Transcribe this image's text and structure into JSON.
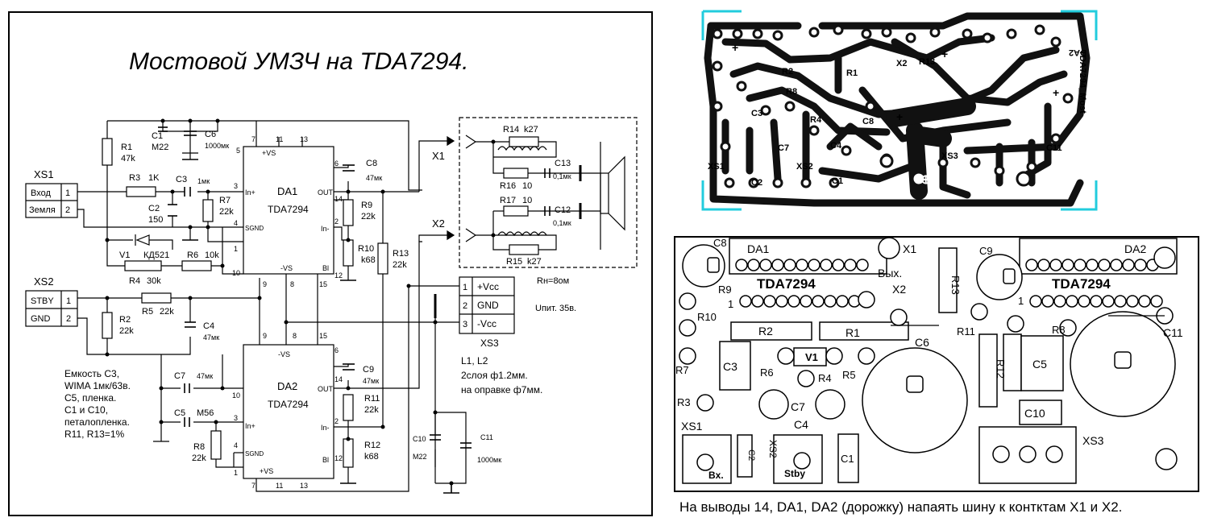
{
  "title": "Мостовой УМЗЧ  на  TDA7294.",
  "schematic": {
    "xs1": {
      "name": "XS1",
      "pins": [
        {
          "num": "1",
          "label": "Вход"
        },
        {
          "num": "2",
          "label": "Земля"
        }
      ]
    },
    "xs2": {
      "name": "XS2",
      "pins": [
        {
          "num": "1",
          "label": "STBY"
        },
        {
          "num": "2",
          "label": "GND"
        }
      ]
    },
    "xs3": {
      "name": "XS3",
      "pins": [
        {
          "num": "1",
          "label": "+Vcc"
        },
        {
          "num": "2",
          "label": "GND"
        },
        {
          "num": "3",
          "label": "-Vcc"
        }
      ]
    },
    "ic1": {
      "ref": "DA1",
      "part": "TDA7294"
    },
    "ic2": {
      "ref": "DA2",
      "part": "TDA7294"
    },
    "pins": {
      "vs_pos": "+VS",
      "vs_neg": "-VS",
      "out": "OUT",
      "in_pos": "In+",
      "in_neg": "In-",
      "sgnd": "SGND",
      "bl": "Bl"
    },
    "pin_numbers": [
      "7",
      "11",
      "13",
      "5",
      "6",
      "14",
      "3",
      "4",
      "2",
      "1",
      "10",
      "9",
      "8",
      "15",
      "12"
    ],
    "components": {
      "r1": [
        "R1",
        "47k"
      ],
      "r2": [
        "R2",
        "22k"
      ],
      "r3": [
        "R3",
        "1K"
      ],
      "r4": [
        "R4",
        "30k"
      ],
      "r5": [
        "R5",
        "22k"
      ],
      "r6": [
        "R6",
        "10k"
      ],
      "r7": [
        "R7",
        "22k"
      ],
      "r8": [
        "R8",
        "22k"
      ],
      "r9": [
        "R9",
        "22k"
      ],
      "r10": [
        "R10",
        "k68"
      ],
      "r11": [
        "R11",
        "22k"
      ],
      "r12": [
        "R12",
        "k68"
      ],
      "r13": [
        "R13",
        "22k"
      ],
      "r14": [
        "R14",
        "k27"
      ],
      "r15": [
        "R15",
        "k27"
      ],
      "r16": [
        "R16",
        "10"
      ],
      "r17": [
        "R17",
        "10"
      ],
      "c1": [
        "C1",
        "M22"
      ],
      "c2": [
        "C2",
        "150"
      ],
      "c3": [
        "C3",
        "1мк"
      ],
      "c4": [
        "C4",
        "47мк"
      ],
      "c5": [
        "C5",
        "M56"
      ],
      "c6": [
        "C6",
        "1000мк"
      ],
      "c7": [
        "C7",
        "47мк"
      ],
      "c8": [
        "C8",
        "47мк"
      ],
      "c9": [
        "C9",
        "47мк"
      ],
      "c10": [
        "C10",
        "M22"
      ],
      "c11": [
        "C11",
        "1000мк"
      ],
      "c12": [
        "C12",
        "0,1мк"
      ],
      "c13": [
        "C13",
        "0,1мк"
      ],
      "v1": [
        "V1",
        "КД521"
      ]
    },
    "outputs": {
      "x1": "X1",
      "x2": "X2"
    },
    "rn": "Rн=8ом",
    "supply": "Uпит. 35в.",
    "coil_note": [
      "L1, L2",
      "2слоя  ф1.2мм.",
      "на оправке ф7мм."
    ],
    "notes": [
      "Емкость С3,",
      "WIMA 1мк/63в.",
      "С5, пленка.",
      "С1 и С10,",
      "петалопленка.",
      "R11, R13=1%"
    ]
  },
  "pcb": {
    "copper_labels": [
      "DA2",
      "TDA7294_Most",
      "R13",
      "X2",
      "R1",
      "R2",
      "R8",
      "C3",
      "R4",
      "C8",
      "C7",
      "C4",
      "C1",
      "C2",
      "XS1",
      "XS2",
      "XS3",
      "C11",
      "+",
      "+",
      "+",
      "+"
    ],
    "symbols": {
      "plus": "⊕",
      "minus": "⊖"
    }
  },
  "layout": {
    "labels": {
      "da1": "DA1",
      "da2": "DA2",
      "tda1": "TDA7294",
      "tda2": "TDA7294",
      "x1": "X1",
      "vyh": "Вых.",
      "x2": "X2",
      "c8": "C8",
      "c9": "C9",
      "c6": "C6",
      "c11": "C11",
      "c3": "C3",
      "c5": "C5",
      "c7": "C7",
      "c4": "C4",
      "c10": "C10",
      "c1": "C1",
      "c2": "C2",
      "r1": "R1",
      "r2": "R2",
      "r3": "R3",
      "r4": "R4",
      "r5": "R5",
      "r6": "R6",
      "r7": "R7",
      "r8": "R8",
      "r9": "R9",
      "r10": "R10",
      "r11": "R11",
      "r12": "R12",
      "r13": "R13",
      "v1": "V1",
      "xs1": "XS1",
      "xs2": "XS2",
      "xs3": "XS3",
      "bx": "Bx.",
      "stby": "Stby",
      "one_a": "1",
      "one_b": "1"
    }
  },
  "caption": "На выводы 14, DA1, DA2 (дорожку) напаять шину к контктам  X1 и X2."
}
